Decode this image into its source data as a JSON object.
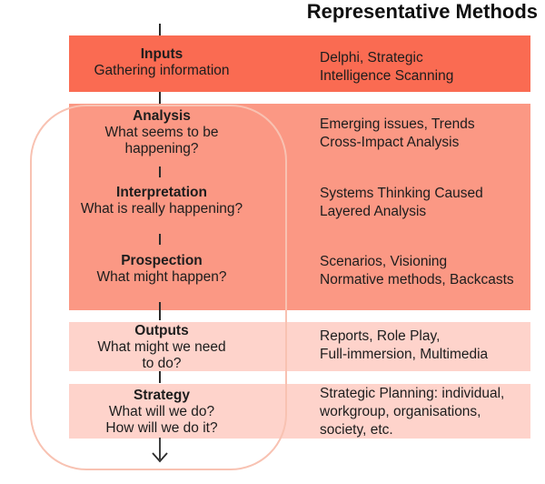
{
  "title": "Representative Methods",
  "colors": {
    "band_strong": "#fa6b52",
    "band_medium": "#fb9884",
    "band_light": "#fed3cb",
    "outline": "#f8c2b2",
    "text": "#1d1d1d"
  },
  "stages": [
    {
      "id": "inputs",
      "label": "Inputs",
      "description": [
        "Gathering information"
      ],
      "methods": [
        "Delphi, Strategic",
        "Intelligence Scanning"
      ]
    },
    {
      "id": "analysis",
      "label": "Analysis",
      "description": [
        "What seems to be",
        "happening?"
      ],
      "methods": [
        "Emerging issues, Trends",
        "Cross-Impact Analysis"
      ]
    },
    {
      "id": "interpretation",
      "label": "Interpretation",
      "description": [
        "What is really happening?"
      ],
      "methods": [
        "Systems Thinking Caused",
        "Layered Analysis"
      ]
    },
    {
      "id": "prospection",
      "label": "Prospection",
      "description": [
        "What might happen?"
      ],
      "methods": [
        "Scenarios, Visioning",
        "Normative methods, Backcasts"
      ]
    },
    {
      "id": "outputs",
      "label": "Outputs",
      "description": [
        "What might we need",
        "to do?"
      ],
      "methods": [
        "Reports, Role Play,",
        "Full-immersion, Multimedia"
      ]
    },
    {
      "id": "strategy",
      "label": "Strategy",
      "description": [
        "What will we do?",
        "How will we do it?"
      ],
      "methods": [
        "Strategic Planning: individual,",
        "workgroup, organisations,",
        "society, etc."
      ]
    }
  ]
}
